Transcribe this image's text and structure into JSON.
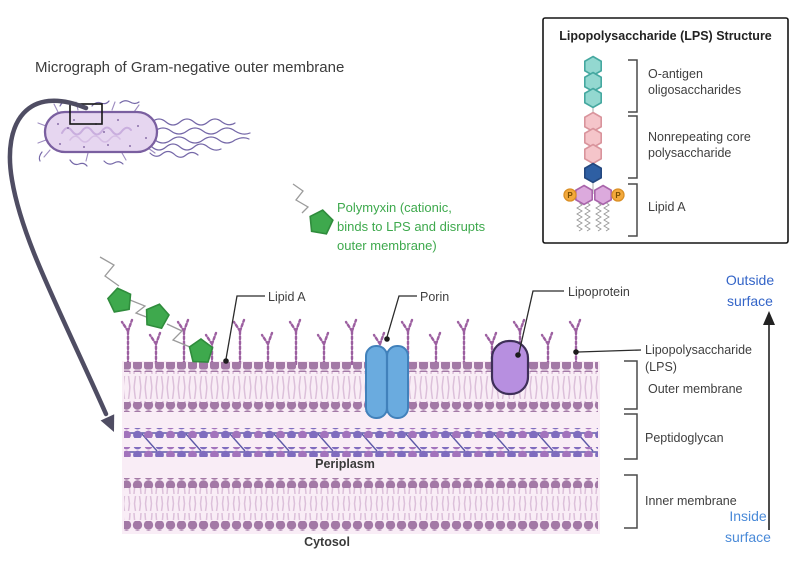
{
  "title": "Micrograph of Gram-negative outer membrane",
  "lps_box": {
    "title": "Lipopolysaccharide (LPS) Structure",
    "o_antigen_label": "O-antigen\noligosaccharides",
    "core_label": "Nonrepeating core\npolysaccharide",
    "lipid_a_label": "Lipid A",
    "phosphate_label": "P"
  },
  "polymyxin_note": "Polymyxin (cationic,\nbinds to LPS and disrupts\nouter membrane)",
  "membrane": {
    "lipid_a": "Lipid A",
    "porin": "Porin",
    "lipoprotein": "Lipoprotein",
    "lps": "Lipopolysaccharide\n(LPS)",
    "outer_membrane": "Outer membrane",
    "peptidoglycan": "Peptidoglycan",
    "periplasm": "Periplasm",
    "inner_membrane": "Inner membrane",
    "cytosol": "Cytosol"
  },
  "orientation": {
    "outside": "Outside\nsurface",
    "inside": "Inside\nsurface"
  },
  "colors": {
    "polymyxin_green": "#3ea94d",
    "outside_blue": "#3465c8",
    "inside_blue": "#4a8ad8",
    "membrane_head_purple": "#a379a6",
    "lps_chain_purple": "#9c5fa0",
    "porin_blue": "#68aade",
    "lipoprotein_purple": "#b78fe0",
    "peptidoglycan_blue": "#7f6cbe",
    "peptidoglycan_mauve": "#a273bc",
    "o_antigen_teal": "#93d8d0",
    "core_pink": "#f5c5ca",
    "inner_core_navy": "#2e5fa3",
    "lipid_a_orchid": "#dcaadd",
    "phosphate_orange": "#f3a93c",
    "periplasm_pink": "#f9edf6",
    "zoom_arrow_dark": "#4f4d63"
  }
}
